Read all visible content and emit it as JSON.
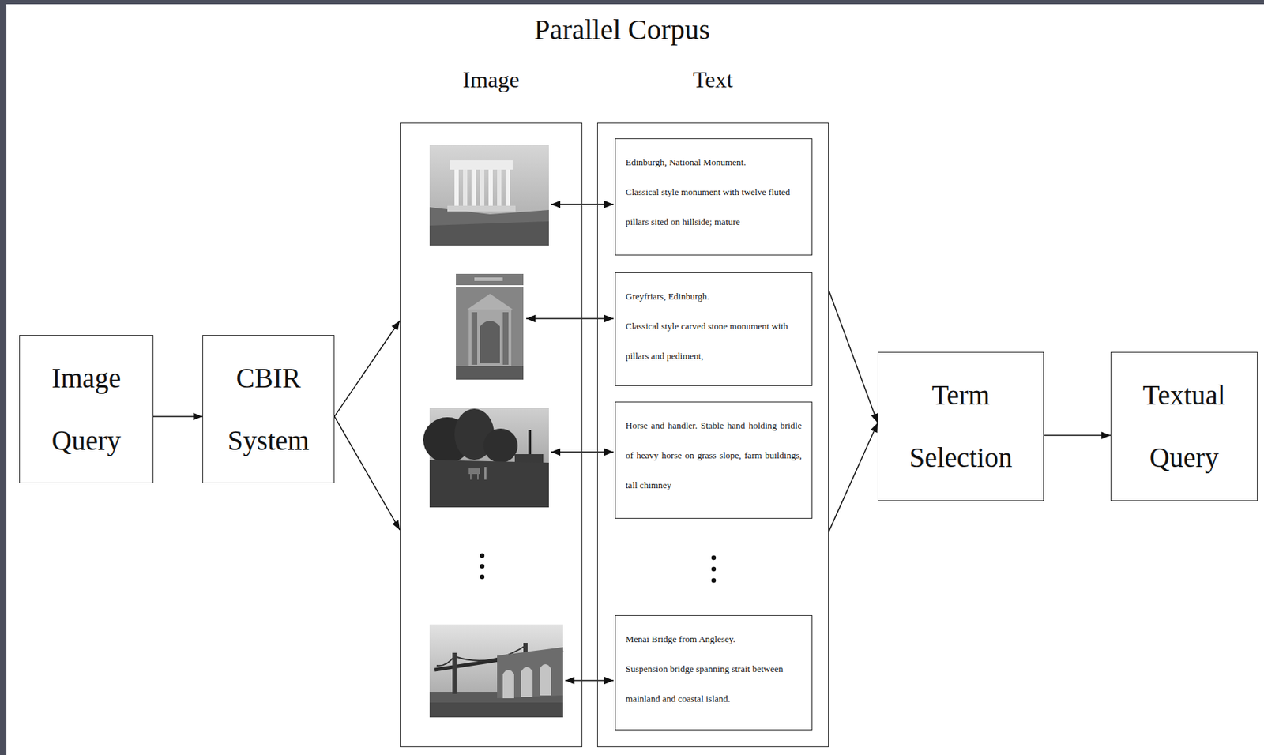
{
  "diagram": {
    "title": "Parallel Corpus",
    "nodes": [
      {
        "text": [
          "Image Query"
        ]
      },
      {
        "text": [
          "CBIR System"
        ]
      },
      {
        "text": [
          "Image"
        ]
      },
      {
        "text": [
          "Text"
        ]
      },
      {
        "text": [
          "Edinburgh, National Monument.",
          "Classical style monument with twelve fluted pillars sited on hillside; mature"
        ],
        "in": 3
      },
      {
        "text": [
          "Greyfriars, Edinburgh.",
          "Classical style carved stone monument with pillars and pediment,"
        ],
        "in": 3
      },
      {
        "text": [
          "Horse and handler. Stable hand holding bridle of heavy horse on grass slope, farm buildings, tall chimney"
        ],
        "in": 3
      },
      {
        "text": [
          "Menai Bridge from Anglesey.",
          "Suspension bridge spanning strait between mainland and coastal island."
        ],
        "in": 3
      },
      {
        "text": [
          "Term Selection"
        ]
      },
      {
        "text": [
          "Textual Query"
        ]
      }
    ],
    "edges": [
      {
        "from": 0,
        "to": 1,
        "arrow": "to"
      },
      {
        "from": 1,
        "to": 2,
        "arrow": "to"
      },
      {
        "from": 1,
        "to": 2,
        "arrow": "to"
      },
      {
        "from": 3,
        "to": 8,
        "arrow": "to"
      },
      {
        "from": 3,
        "to": 8,
        "arrow": "to"
      },
      {
        "from": 8,
        "to": 9,
        "arrow": "to"
      }
    ]
  }
}
